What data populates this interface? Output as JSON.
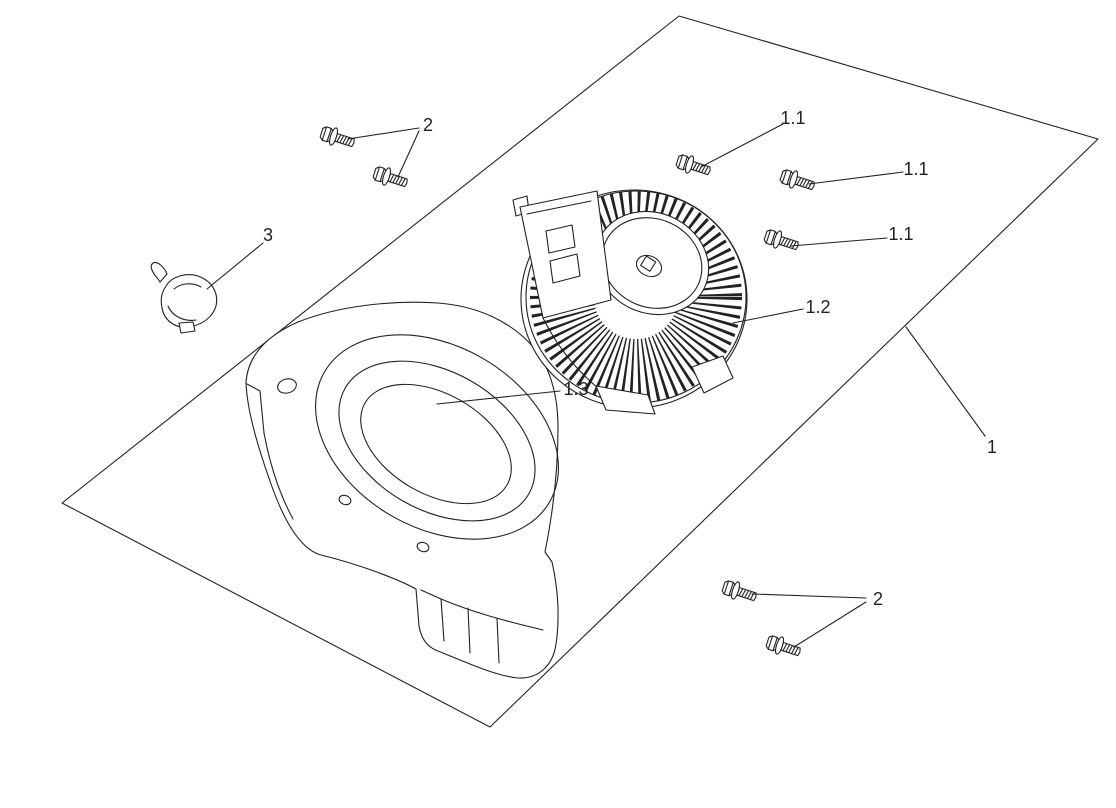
{
  "diagram": {
    "background_color": "#ffffff",
    "line_color": "#222222",
    "callouts": {
      "c1": "1",
      "c1_1_a": "1.1",
      "c1_1_b": "1.1",
      "c1_1_c": "1.1",
      "c1_2": "1.2",
      "c1_3": "1.3",
      "c2_top": "2",
      "c2_bottom": "2",
      "c3": "3"
    }
  }
}
